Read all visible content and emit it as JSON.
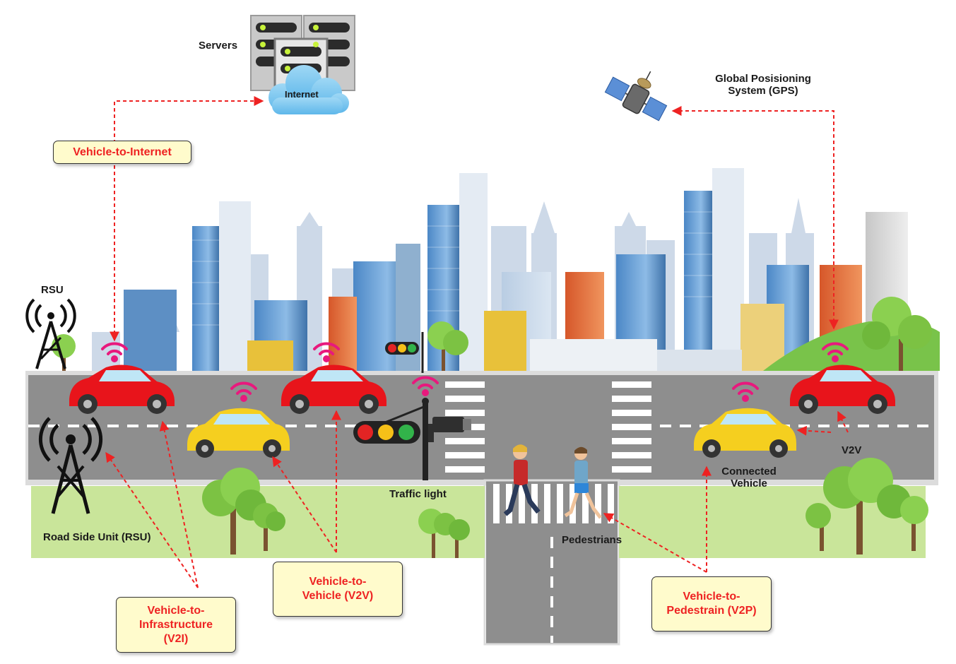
{
  "labels": {
    "servers": "Servers",
    "internet": "Internet",
    "gps_line1": "Global Posisioning",
    "gps_line2": "System (GPS)",
    "rsu_top": "RSU",
    "road_side_unit": "Road Side Unit (RSU)",
    "traffic_light": "Traffic light",
    "pedestrians": "Pedestrians",
    "connected_vehicle_line1": "Connected",
    "connected_vehicle_line2": "Vehicle",
    "v2v_small": "V2V"
  },
  "callouts": {
    "v2internet": "Vehicle-to-Internet",
    "v2i": [
      "Vehicle-to-",
      "Infrastructure",
      "(V2I)"
    ],
    "v2v": [
      "Vehicle-to-",
      "Vehicle (V2V)"
    ],
    "v2p": [
      "Vehicle-to-",
      "Pedestrain (V2P)"
    ]
  },
  "colors": {
    "arrow": "#ee2222",
    "callout_bg": "#fffbcc",
    "road": "#8e8e8e",
    "grass": "#c9e59a",
    "car_red": "#e8141b",
    "car_yellow": "#f5cf1f",
    "wifi": "#e8197d"
  }
}
